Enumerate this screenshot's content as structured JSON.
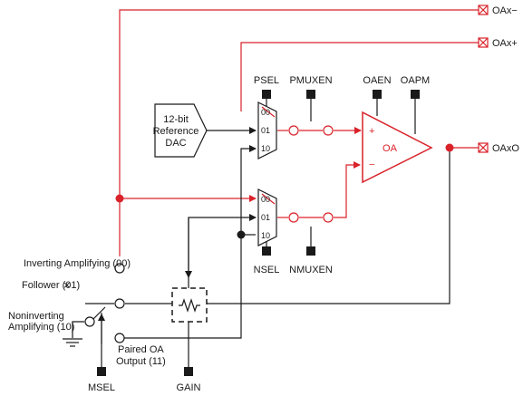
{
  "colors": {
    "signal": "#d9222a",
    "wire": "#1a1a1a"
  },
  "pins": {
    "oax_minus": "OAx−",
    "oax_plus": "OAx+",
    "oaxo": "OAxO"
  },
  "controls": {
    "psel": "PSEL",
    "pmuxen": "PMUXEN",
    "oaen": "OAEN",
    "oapm": "OAPM",
    "nsel": "NSEL",
    "nmuxen": "NMUXEN",
    "msel": "MSEL",
    "gain": "GAIN"
  },
  "dac": {
    "line1": "12-bit",
    "line2": "Reference",
    "line3": "DAC"
  },
  "opamp": {
    "label": "OA",
    "plus": "+",
    "minus": "−"
  },
  "mux_inputs": {
    "in00": "00",
    "in01": "01",
    "in10": "10"
  },
  "modes": {
    "inverting": "Inverting Amplifying (00)",
    "follower": "Follower (01)",
    "noninv_line1": "Noninverting",
    "noninv_line2": "Amplifying (10)",
    "paired_line1": "Paired OA",
    "paired_line2": "Output (11)"
  }
}
